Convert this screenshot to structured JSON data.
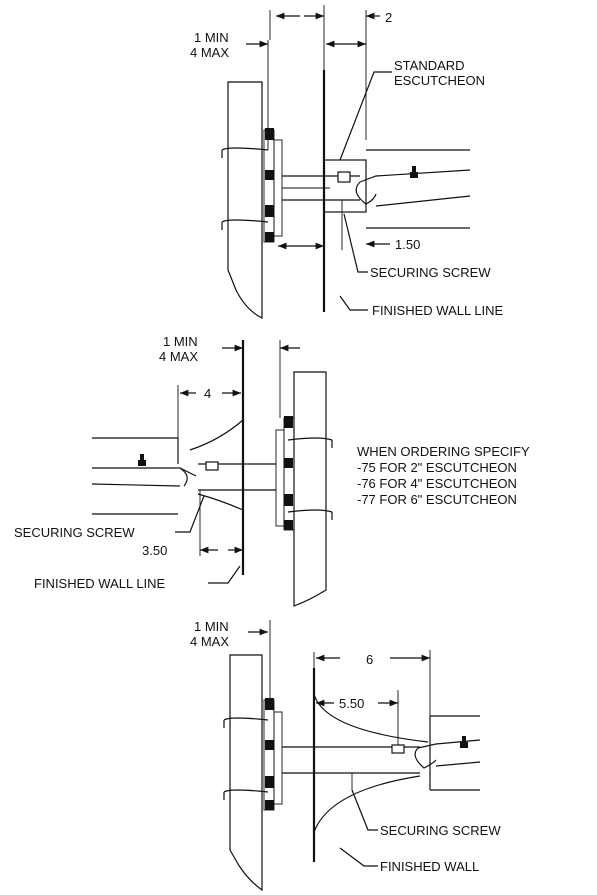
{
  "view1": {
    "gap_label_min": "1 MIN",
    "gap_label_max": "4 MAX",
    "escutcheon_dim": "2",
    "escutcheon_label_1": "STANDARD",
    "escutcheon_label_2": "ESCUTCHEON",
    "screw_dim": "1.50",
    "securing_screw": "SECURING SCREW",
    "wall_line": "FINISHED WALL LINE"
  },
  "view2": {
    "gap_label_min": "1 MIN",
    "gap_label_max": "4 MAX",
    "escutcheon_dim": "4",
    "securing_screw": "SECURING SCREW",
    "screw_dim": "3.50",
    "wall_line": "FINISHED WALL LINE"
  },
  "notes": {
    "title": "WHEN ORDERING SPECIFY",
    "lines": [
      "-75 FOR 2\" ESCUTCHEON",
      "-76 FOR 4\" ESCUTCHEON",
      "-77 FOR 6\" ESCUTCHEON"
    ]
  },
  "view3": {
    "gap_label_min": "1 MIN",
    "gap_label_max": "4 MAX",
    "escutcheon_dim": "6",
    "screw_dim": "5.50",
    "securing_screw": "SECURING SCREW",
    "wall_line": "FINISHED WALL"
  }
}
